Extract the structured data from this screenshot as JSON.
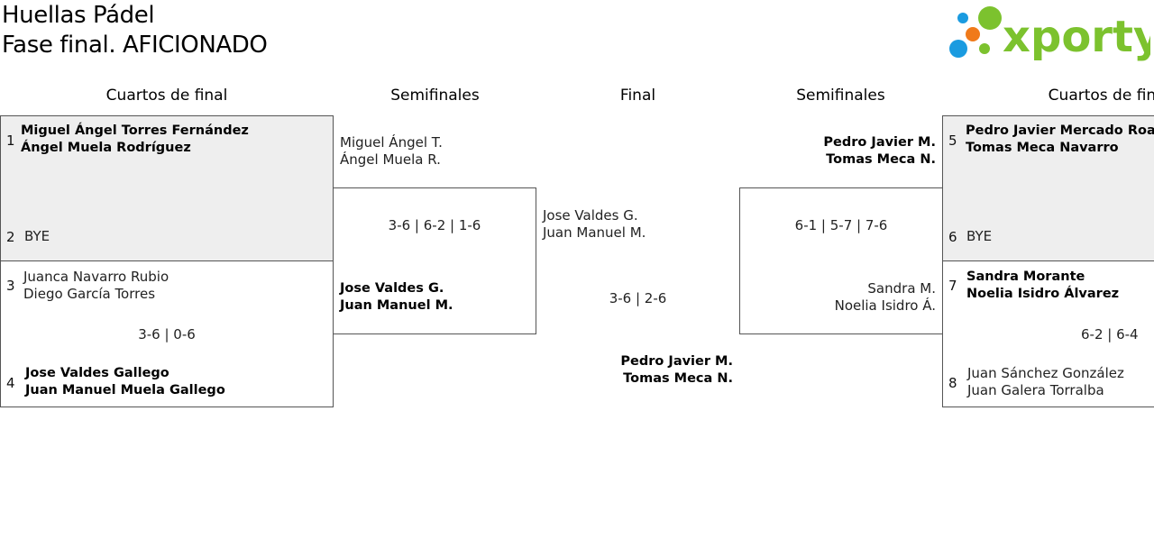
{
  "header": {
    "club_name": "Huellas Pádel",
    "phase_title": "Fase final. AFICIONADO",
    "logo_text": "xporty"
  },
  "rounds": {
    "left_quarter": "Cuartos de final",
    "left_semi": "Semifinales",
    "final": "Final",
    "right_semi": "Semifinales",
    "right_quarter": "Cuartos de final"
  },
  "left_quarters": {
    "m1": {
      "seed_a": "1",
      "a1": "Miguel Ángel Torres Fernández",
      "a2": "Ángel Muela Rodríguez",
      "seed_b": "2",
      "b1": "BYE"
    },
    "m2": {
      "seed_a": "3",
      "a1": "Juanca Navarro Rubio",
      "a2": "Diego García Torres",
      "score": "3-6 | 0-6",
      "seed_b": "4",
      "b1": "Jose Valdes Gallego",
      "b2": "Juan Manuel Muela Gallego"
    }
  },
  "left_semi": {
    "a1": "Miguel Ángel T.",
    "a2": "Ángel Muela R.",
    "score": "3-6 | 6-2 | 1-6",
    "b1": "Jose Valdes G.",
    "b2": "Juan Manuel M."
  },
  "final": {
    "a1": "Jose Valdes G.",
    "a2": "Juan Manuel M.",
    "score": "3-6 | 2-6",
    "b1": "Pedro Javier M.",
    "b2": "Tomas Meca N."
  },
  "right_semi": {
    "a1": "Pedro Javier M.",
    "a2": "Tomas Meca N.",
    "score": "6-1 | 5-7 | 7-6",
    "b1": "Sandra M.",
    "b2": "Noelia Isidro Á."
  },
  "right_quarters": {
    "m1": {
      "seed_a": "5",
      "a1": "Pedro Javier Mercado Roa",
      "a2": "Tomas Meca Navarro",
      "seed_b": "6",
      "b1": "BYE"
    },
    "m2": {
      "seed_a": "7",
      "a1": "Sandra Morante",
      "a2": "Noelia Isidro Álvarez",
      "score": "6-2 | 6-4",
      "seed_b": "8",
      "b1": "Juan Sánchez González",
      "b2": "Juan Galera Torralba"
    }
  },
  "colors": {
    "logo_green": "#7cc22e",
    "logo_blue": "#1a9be0",
    "logo_orange": "#f07a1a",
    "shaded_box": "#eeeeee",
    "border": "#555555"
  }
}
